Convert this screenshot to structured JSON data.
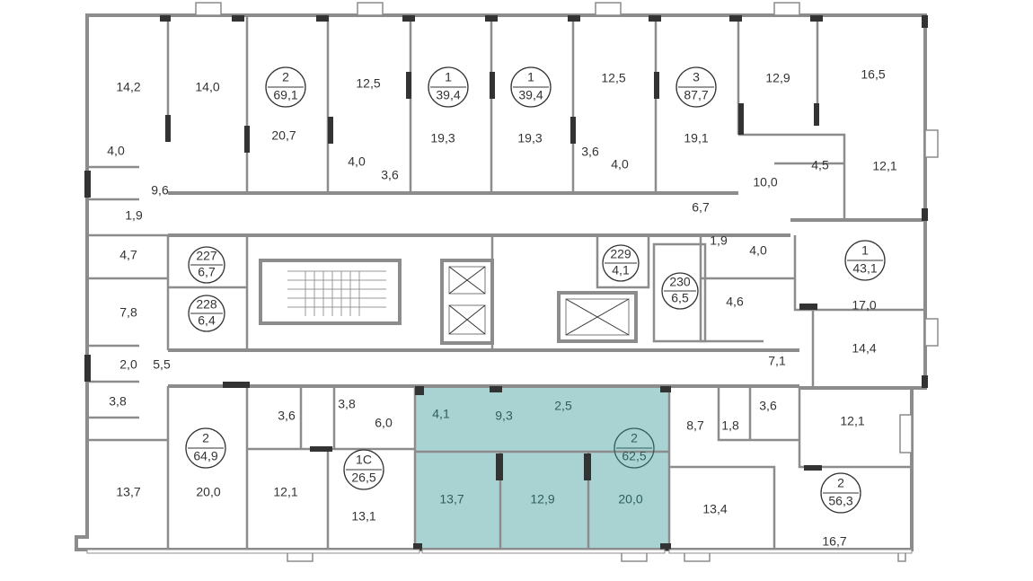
{
  "colors": {
    "highlight": "#a9d3d2",
    "wall": "#8c8c8c",
    "wall_dark": "#333333",
    "text": "#333333",
    "highlight_text": "#2f5e5e"
  },
  "apartments": [
    {
      "rooms": "2",
      "area": "69,1"
    },
    {
      "rooms": "1",
      "area": "39,4"
    },
    {
      "rooms": "1",
      "area": "39,4"
    },
    {
      "rooms": "3",
      "area": "87,7"
    },
    {
      "rooms": "1",
      "area": "43,1"
    },
    {
      "rooms": "2",
      "area": "64,9"
    },
    {
      "rooms": "1С",
      "area": "26,5"
    },
    {
      "rooms": "2",
      "area": "62,5",
      "highlighted": true
    },
    {
      "rooms": "2",
      "area": "56,3"
    }
  ],
  "units": [
    {
      "number": "227",
      "area": "6,7"
    },
    {
      "number": "228",
      "area": "6,4"
    },
    {
      "number": "229",
      "area": "4,1"
    },
    {
      "number": "230",
      "area": "6,5"
    }
  ],
  "room_areas": [
    "14,2",
    "14,0",
    "20,7",
    "12,5",
    "19,3",
    "19,3",
    "12,5",
    "19,1",
    "12,9",
    "16,5",
    "12,1",
    "4,5",
    "10,0",
    "6,7",
    "4,0",
    "3,6",
    "3,6",
    "4,0",
    "4,0",
    "9,6",
    "1,9",
    "4,7",
    "1,9",
    "4,0",
    "17,0",
    "4,6",
    "7,8",
    "14,4",
    "7,1",
    "2,0",
    "5,5",
    "3,8",
    "3,6",
    "3,8",
    "6,0",
    "13,1",
    "13,7",
    "20,0",
    "12,1",
    "8,7",
    "1,8",
    "3,6",
    "12,1",
    "13,4",
    "16,7"
  ],
  "highlighted_rooms": [
    "4,1",
    "9,3",
    "2,5",
    "13,7",
    "12,9",
    "20,0"
  ]
}
